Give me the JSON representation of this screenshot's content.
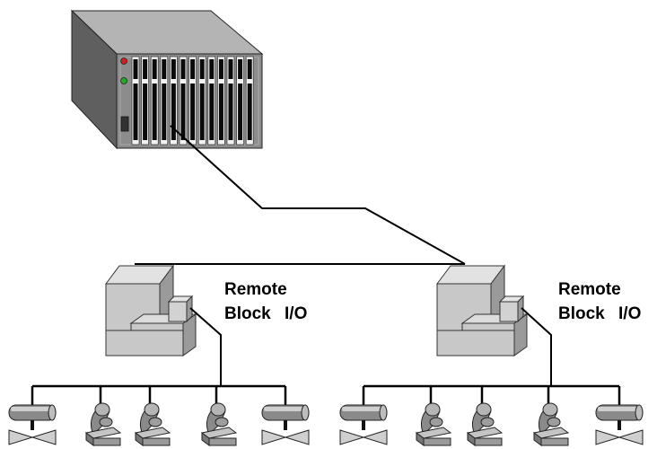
{
  "remote_io": [
    {
      "line1": "Remote",
      "line2": "Block  I/O"
    },
    {
      "line1": "Remote",
      "line2": "Block  I/O"
    }
  ],
  "devices": [
    "valve",
    "sensor",
    "sensor",
    "sensor",
    "valve"
  ],
  "colors": {
    "cabinet_front": "#8c8c8c",
    "cabinet_side": "#5e5e5e",
    "cabinet_top": "#b2b2b2",
    "led_red": "#cc2222",
    "led_green": "#22aa22",
    "block_face": "#c8c8c8",
    "wire": "#000000"
  }
}
